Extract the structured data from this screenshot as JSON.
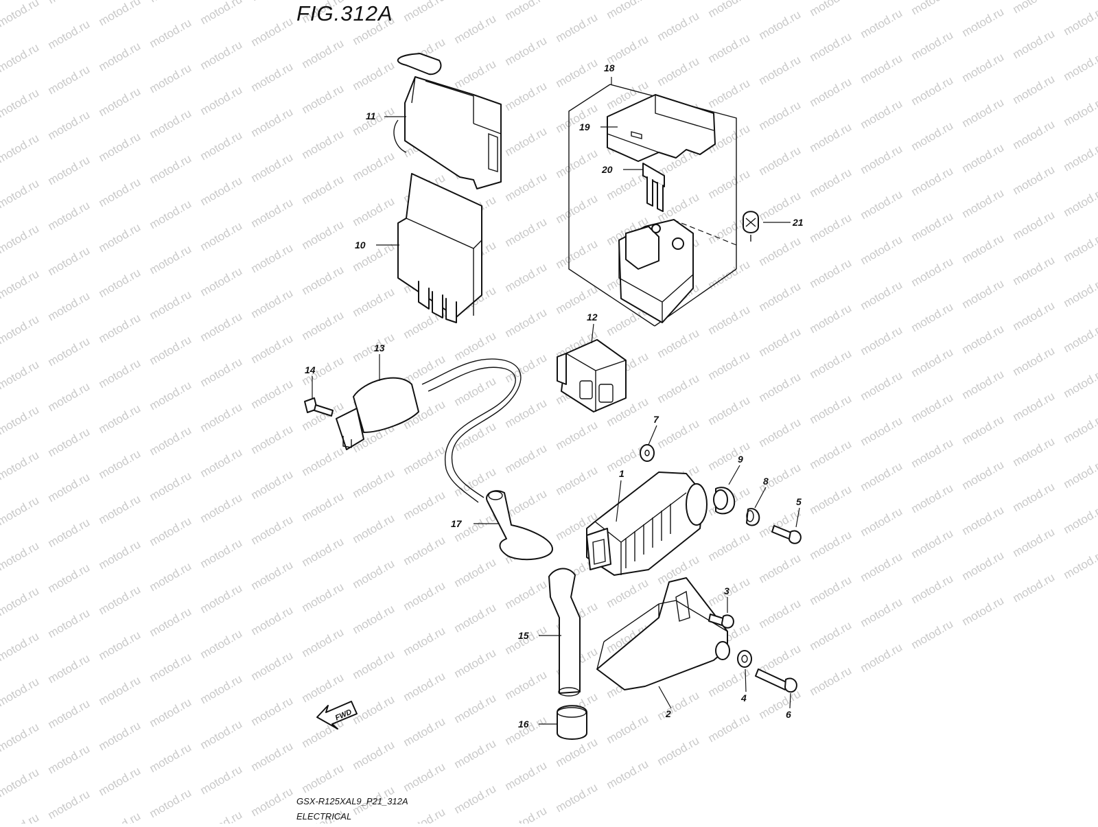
{
  "figure": {
    "title": "FIG.312A",
    "model_code": "GSX-R125XAL9_P21_312A",
    "section": "ELECTRICAL",
    "watermark": "motod.ru",
    "direction_arrow": "FWD"
  },
  "callouts": [
    "1",
    "2",
    "3",
    "4",
    "5",
    "6",
    "7",
    "8",
    "9",
    "10",
    "11",
    "12",
    "13",
    "14",
    "15",
    "16",
    "17",
    "18",
    "19",
    "20",
    "21"
  ],
  "colors": {
    "ink": "#111111",
    "watermark": "#c9c9c9",
    "background": "#ffffff"
  }
}
